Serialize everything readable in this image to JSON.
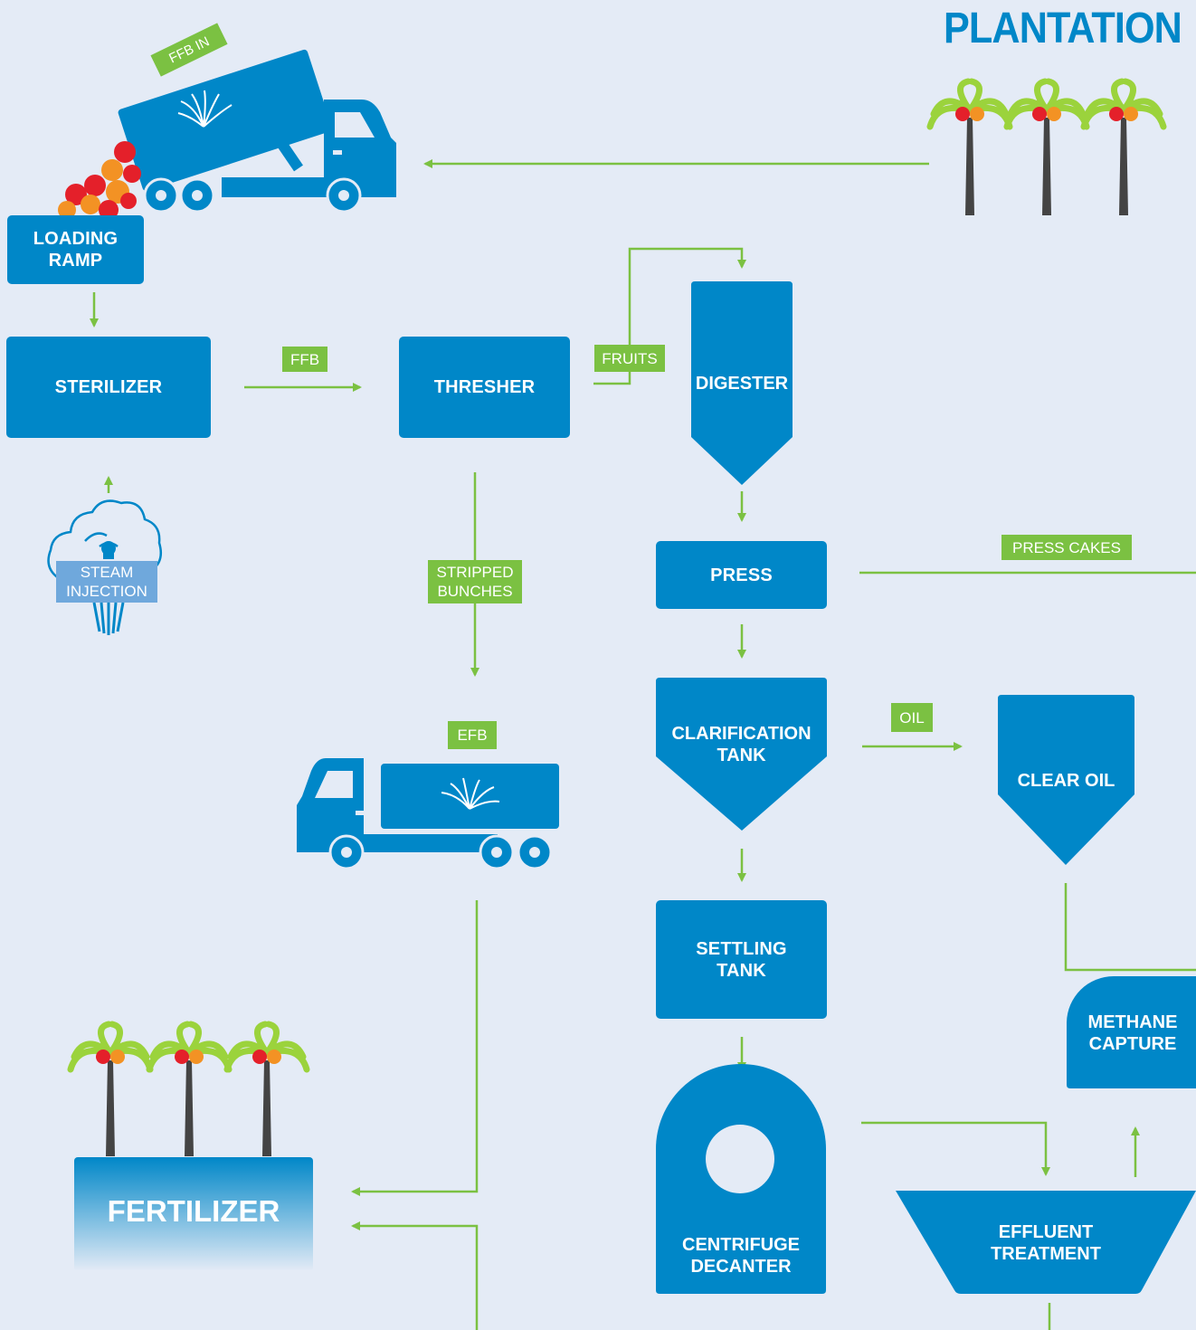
{
  "title": "PLANTATION",
  "colors": {
    "node": "#0087c8",
    "arrow": "#7bc142",
    "tag": "#7bc142",
    "background": "#e4ebf6"
  },
  "nodes": {
    "loading_ramp": "LOADING\nRAMP",
    "sterilizer": "STERILIZER",
    "thresher": "THRESHER",
    "digester": "DIGESTER",
    "press": "PRESS",
    "clarification_tank": "CLARIFICATION\nTANK",
    "clear_oil": "CLEAR OIL",
    "settling_tank": "SETTLING\nTANK",
    "centrifuge_decanter": "CENTRIFUGE\nDECANTER",
    "effluent_treatment": "EFFLUENT\nTREATMENT",
    "methane_capture": "METHANE\nCAPTURE",
    "fertilizer": "FERTILIZER"
  },
  "tags": {
    "ffb_in": "FFB IN",
    "ffb": "FFB",
    "fruits": "FRUITS",
    "stripped_bunches": "STRIPPED\nBUNCHES",
    "efb": "EFB",
    "press_cakes": "PRESS CAKES",
    "oil": "OIL",
    "steam_injection": "STEAM\nINJECTION"
  },
  "icons": [
    "palm-tree-icon",
    "dump-truck-icon",
    "efb-truck-icon",
    "steam-cloud-icon",
    "fruit-bunch-icon"
  ]
}
